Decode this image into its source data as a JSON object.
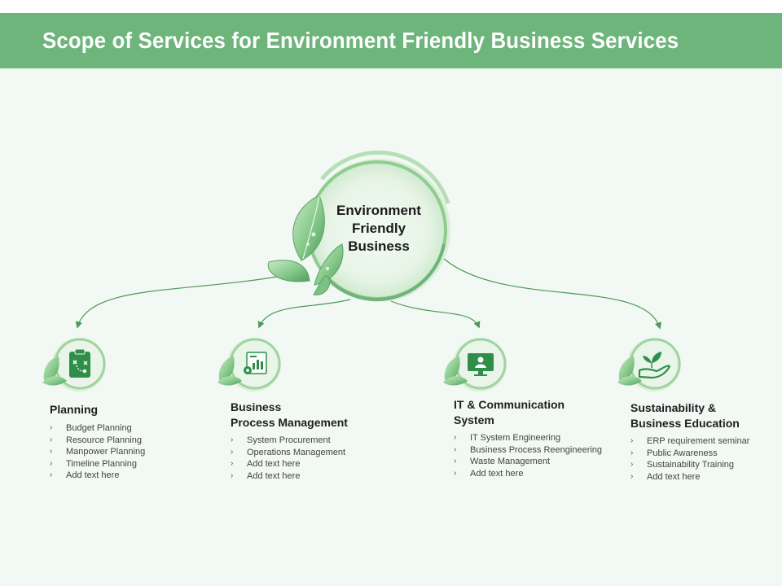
{
  "header": {
    "title": "Scope of Services for Environment Friendly Business Services"
  },
  "colors": {
    "accent": "#6db57a",
    "leaf": "#8fcd8f",
    "icon": "#2f8f4a",
    "background": "#f2f8f3"
  },
  "center": {
    "lines": [
      "Environment",
      "Friendly",
      "Business"
    ]
  },
  "sections": [
    {
      "icon": "clipboard-strategy-icon",
      "title": "Planning",
      "items": [
        "Budget Planning",
        "Resource Planning",
        "Manpower Planning",
        "Timeline Planning",
        "Add text here"
      ]
    },
    {
      "icon": "process-chart-gear-icon",
      "title": "Business\nProcess Management",
      "items": [
        "System Procurement",
        "Operations  Management",
        "Add text here",
        "Add text here"
      ]
    },
    {
      "icon": "monitor-user-icon",
      "title": "IT & Communication\nSystem",
      "items": [
        "IT System Engineering",
        "Business Process Reengineering",
        "Waste Management",
        "Add text here"
      ]
    },
    {
      "icon": "hand-plant-icon",
      "title": "Sustainability &\nBusiness Education",
      "items": [
        "ERP requirement seminar",
        "Public Awareness",
        "Sustainability  Training",
        "Add text here"
      ]
    }
  ]
}
